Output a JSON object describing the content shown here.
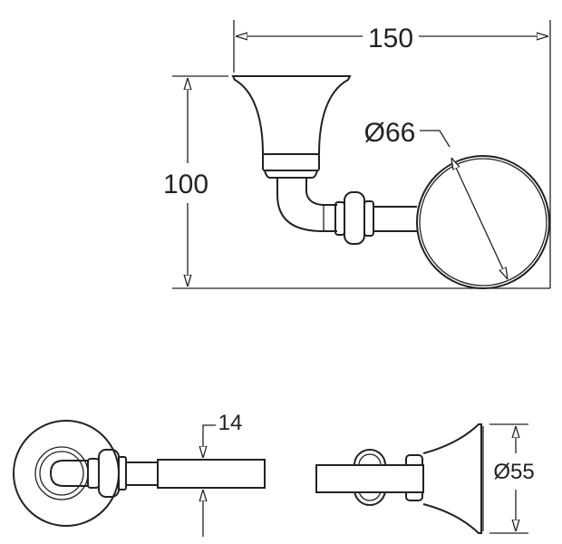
{
  "drawing": {
    "front_view": {
      "width_label": "150",
      "height_label": "100",
      "ring_diameter_label": "Ø66"
    },
    "top_view": {
      "rod_label": "14"
    },
    "side_view": {
      "base_diameter_label": "Ø55"
    }
  },
  "colors": {
    "line": "#222222",
    "background": "#ffffff"
  }
}
